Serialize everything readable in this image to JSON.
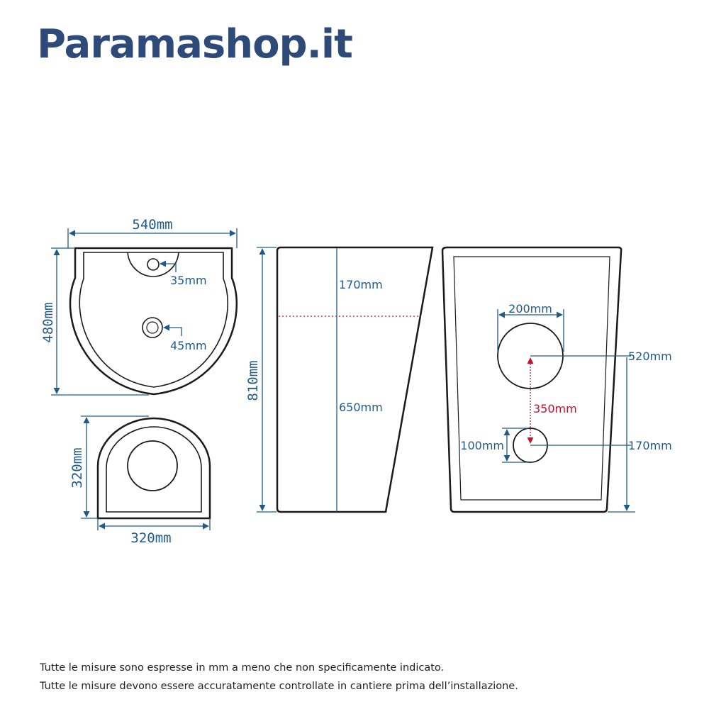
{
  "brand": {
    "name": "Paramashop.it",
    "color": "#2e4a78"
  },
  "colors": {
    "outline": "#1a1a1a",
    "dimension": "#1f5a8a",
    "highlight": "#c8102e"
  },
  "top_view": {
    "width": "540mm",
    "depth": "480mm",
    "tap_hole": "35mm",
    "drain_hole": "45mm"
  },
  "base_view": {
    "depth": "320mm",
    "width": "320mm"
  },
  "side_view": {
    "total_height": "810mm",
    "upper_section": "170mm",
    "lower_section": "650mm"
  },
  "back_view": {
    "large_opening": "200mm",
    "small_opening": "100mm",
    "large_opening_height": "520mm",
    "small_opening_height": "170mm",
    "spacing": "350mm"
  },
  "notes": [
    "Tutte le misure sono espresse in mm a meno che non specificamente indicato.",
    "Tutte le misure devono essere accuratamente controllate in cantiere prima dell’installazione."
  ]
}
